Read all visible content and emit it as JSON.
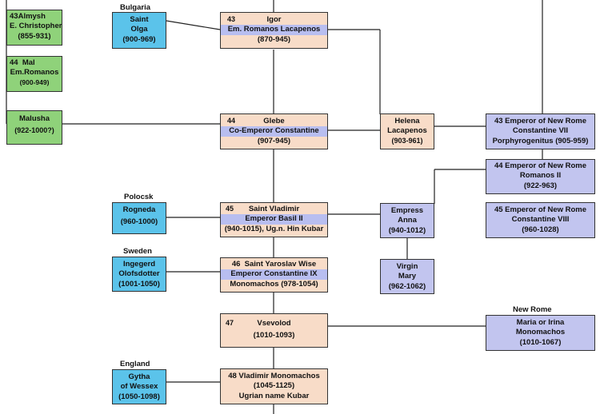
{
  "boxes": {
    "almysh": {
      "gen": "43",
      "lines": [
        "Almysh",
        "E. Christopher",
        "(855-931)"
      ]
    },
    "mal": {
      "gen": "44",
      "lines": [
        "Mal",
        "Em.Romanos",
        "(900-949)"
      ]
    },
    "malusha": {
      "lines": [
        "Malusha",
        "(922-1000?)"
      ]
    },
    "olga": {
      "lines": [
        "Saint",
        "Olga",
        "(900-969)"
      ]
    },
    "igor": {
      "gen": "43",
      "lines": [
        "Igor",
        "Em. Romanos Lacapenos",
        "(870-945)"
      ]
    },
    "glebe": {
      "gen": "44",
      "lines": [
        "Glebe",
        "Co-Emperor Constantine",
        "(907-945)"
      ]
    },
    "helena": {
      "lines": [
        "Helena",
        "Lacapenos",
        "(903-961)"
      ]
    },
    "constantine7": {
      "gen": "43",
      "lines": [
        "Emperor of New Rome",
        "Constantine VII",
        "Porphyrogenitus (905-959)"
      ]
    },
    "romanos2": {
      "gen": "44",
      "lines": [
        "Emperor of New Rome",
        "Romanos II",
        "(922-963)"
      ]
    },
    "constantine8": {
      "gen": "45",
      "lines": [
        "Emperor of New Rome",
        "Constantine VIII",
        "(960-1028)"
      ]
    },
    "rogneda": {
      "lines": [
        "Rogneda",
        "(960-1000)"
      ]
    },
    "vladimir": {
      "gen": "45",
      "lines": [
        "Saint Vladimir",
        "Emperor Basil II",
        "(940-1015), Ug.n. Hin Kubar"
      ]
    },
    "anna": {
      "lines": [
        "Empress",
        "Anna",
        "(940-1012)"
      ]
    },
    "ingegerd": {
      "lines": [
        "Ingegerd",
        "Olofsdotter",
        "(1001-1050)"
      ]
    },
    "yaroslav": {
      "gen": "46",
      "lines": [
        "Saint Yaroslav Wise",
        "Emperor Constantine IX",
        "Monomachos  (978-1054)"
      ]
    },
    "mary": {
      "lines": [
        "Virgin",
        "Mary",
        "(962-1062)"
      ]
    },
    "vsevolod": {
      "gen": "47",
      "lines": [
        "Vsevolod",
        "(1010-1093)"
      ]
    },
    "maria": {
      "lines": [
        "Maria or Irina",
        "Monomachos",
        "(1010-1067)"
      ]
    },
    "gytha": {
      "lines": [
        "Gytha",
        "of Wessex",
        "(1050-1098)"
      ]
    },
    "vladmono": {
      "gen": "48",
      "lines": [
        "Vladimir Monomachos",
        "(1045-1125)",
        "Ugrian name Kubar"
      ]
    }
  },
  "labels": {
    "bulgaria": "Bulgaria",
    "polocsk": "Polocsk",
    "sweden": "Sweden",
    "new_rome": "New Rome",
    "england": "England"
  }
}
